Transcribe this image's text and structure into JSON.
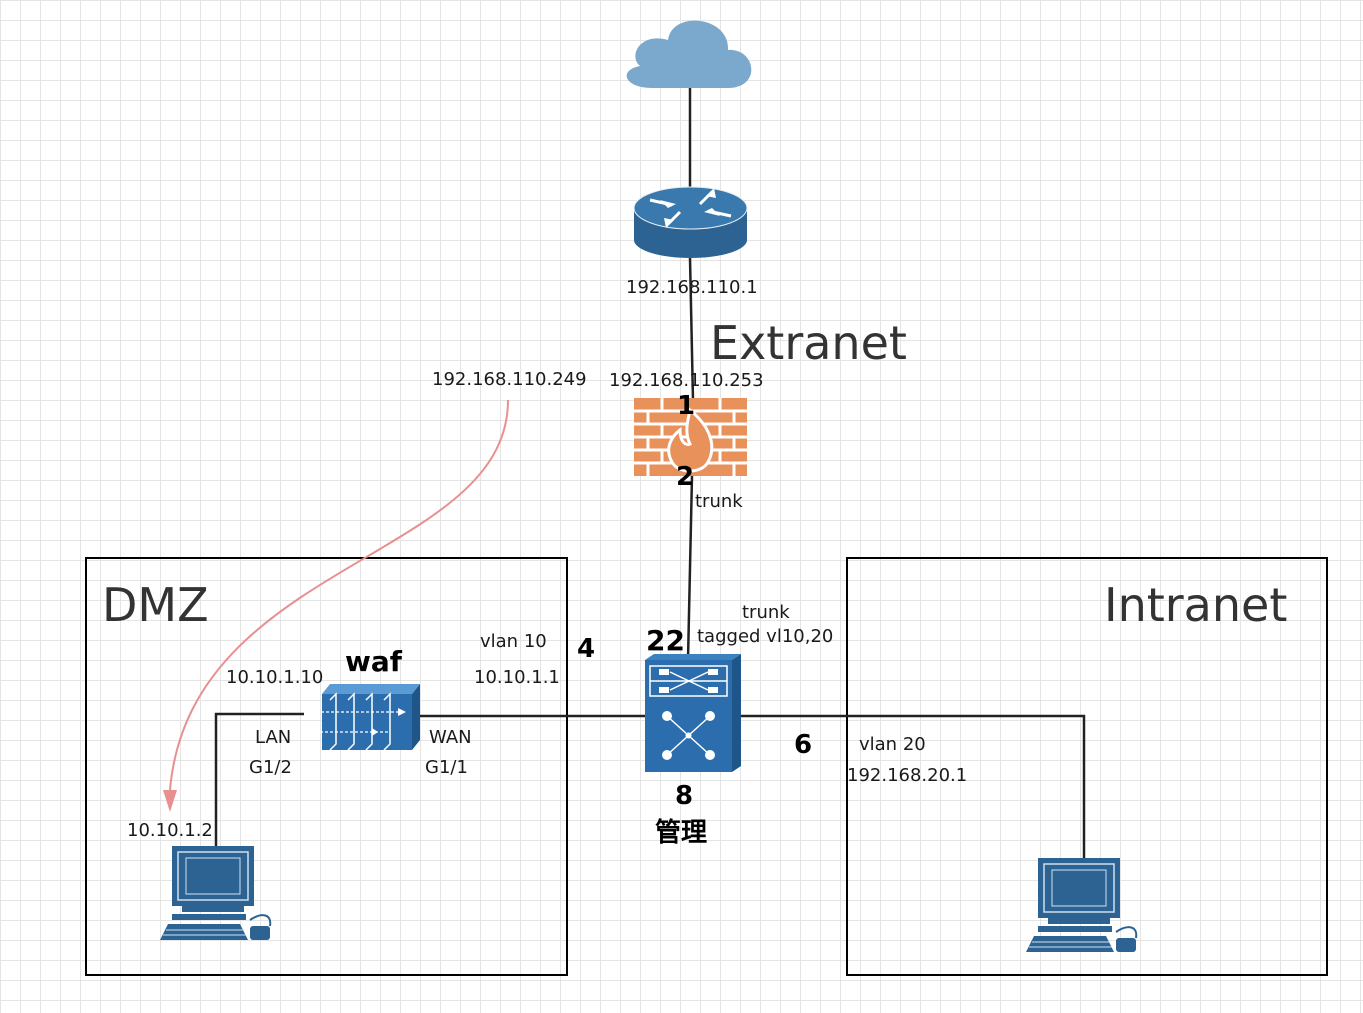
{
  "zones": {
    "dmz": "DMZ",
    "intranet": "Intranet",
    "extranet": "Extranet"
  },
  "router": {
    "ip": "192.168.110.1",
    "icon": "router-icon"
  },
  "cloud": {
    "icon": "cloud-icon"
  },
  "firewall": {
    "icon": "firewall-icon",
    "ip": "192.168.110.253",
    "port_up": "1",
    "port_down": "2",
    "trunk_label": "trunk"
  },
  "redirect": {
    "source_ip": "192.168.110.249"
  },
  "switch": {
    "icon": "switch-icon",
    "port_up": "22",
    "port_left": "4",
    "port_right": "6",
    "port_bottom": "8",
    "mgmt_label": "管理",
    "trunk_label": "trunk",
    "tagged_label": "tagged vl10,20"
  },
  "dmz_link": {
    "vlan": "vlan 10",
    "gateway": "10.10.1.1"
  },
  "intranet_link": {
    "vlan": "vlan 20",
    "gateway": "192.168.20.1"
  },
  "waf": {
    "title": "waf",
    "icon": "waf-icon",
    "ip": "10.10.1.10",
    "lan_label": "LAN",
    "lan_port": "G1/2",
    "wan_label": "WAN",
    "wan_port": "G1/1"
  },
  "dmz_host": {
    "ip": "10.10.1.2",
    "icon": "computer-icon"
  },
  "intranet_host": {
    "icon": "computer-icon"
  },
  "colors": {
    "cloud": "#7ba9cd",
    "router": "#2c6393",
    "firewall": "#e8915b",
    "switch": "#2c6ead",
    "computer": "#2c6393",
    "redirect_arrow": "#e89090"
  }
}
